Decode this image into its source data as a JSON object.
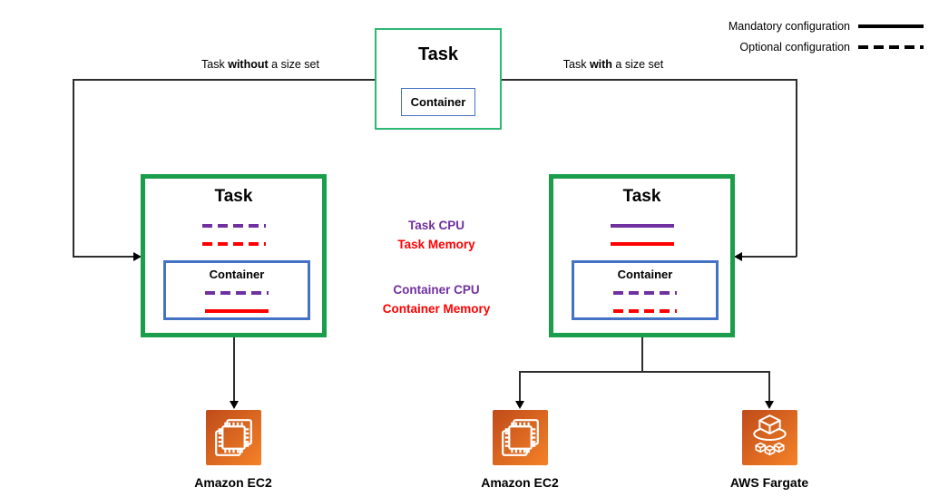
{
  "legend": {
    "mandatory_label": "Mandatory configuration",
    "mandatory_style": "mandatory",
    "optional_label": "Optional configuration",
    "optional_style": "optional"
  },
  "top_task": {
    "title": "Task",
    "container_label": "Container"
  },
  "branch_labels": {
    "left": {
      "prefix": "Task",
      "bold": "without",
      "suffix": "a size set"
    },
    "right": {
      "prefix": "Task",
      "bold": "with",
      "suffix": "a size set"
    }
  },
  "left_task": {
    "title": "Task",
    "task_cpu_style": "optional",
    "task_memory_style": "optional",
    "container": {
      "label": "Container",
      "cpu_style": "optional",
      "memory_style": "mandatory"
    }
  },
  "right_task": {
    "title": "Task",
    "task_cpu_style": "mandatory",
    "task_memory_style": "mandatory",
    "container": {
      "label": "Container",
      "cpu_style": "optional",
      "memory_style": "optional"
    }
  },
  "center_labels": {
    "task_cpu": "Task CPU",
    "task_memory": "Task Memory",
    "container_cpu": "Container CPU",
    "container_memory": "Container Memory"
  },
  "targets": [
    {
      "label": "Amazon EC2",
      "icon": "amazon-ec2-icon"
    },
    {
      "label": "Amazon EC2",
      "icon": "amazon-ec2-icon"
    },
    {
      "label": "AWS Fargate",
      "icon": "aws-fargate-icon"
    }
  ],
  "colors": {
    "task_green": "#1B9E4B",
    "top_task_green": "#2EB873",
    "container_blue": "#4472C4",
    "cpu_purple": "#7030A0",
    "memory_red": "#FF0000",
    "connector": "#2D2D2D",
    "legend_black": "#000000",
    "aws_orange_dark": "#BF4B1A",
    "aws_orange_light": "#F58227"
  }
}
